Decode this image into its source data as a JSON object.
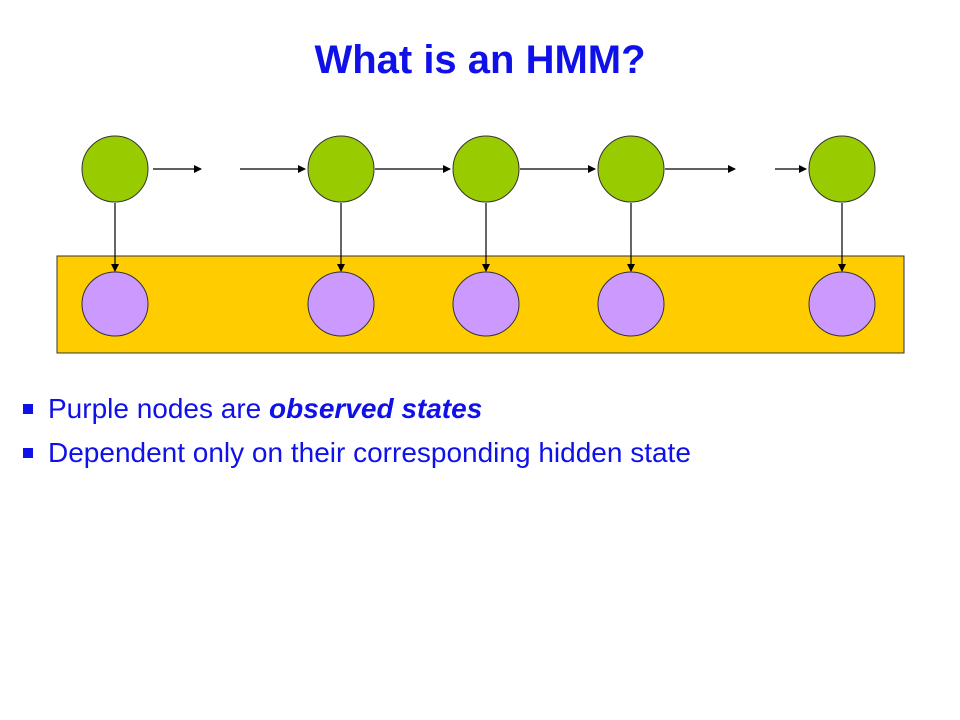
{
  "slide": {
    "title": "What is an HMM?"
  },
  "diagram": {
    "hidden_node_color": "#99CC00",
    "observed_node_color": "#CC99FF",
    "observed_band_color": "#FFCC00",
    "node_count": 5
  },
  "bullets": [
    {
      "prefix": "Purple nodes are ",
      "emphasis": "observed states",
      "suffix": ""
    },
    {
      "prefix": "Dependent only on their corresponding hidden state",
      "emphasis": "",
      "suffix": ""
    }
  ],
  "colors": {
    "text": "#1010E8"
  }
}
